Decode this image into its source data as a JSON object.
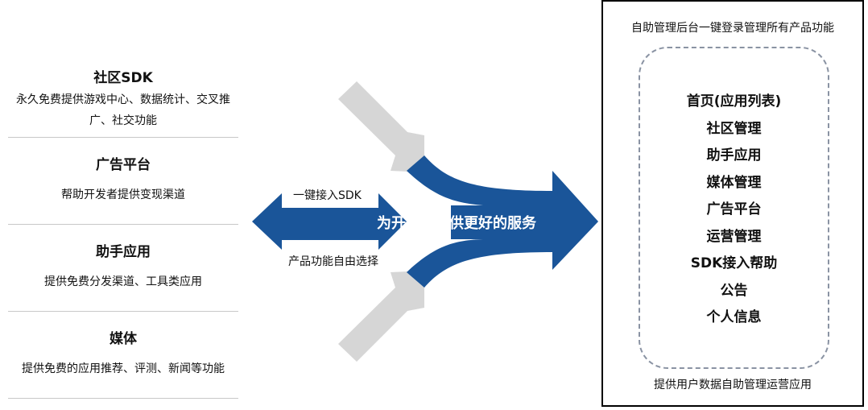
{
  "left_items": [
    {
      "title": "社区SDK",
      "desc": "永久免费提供游戏中心、数据统计、交叉推广、社交功能"
    },
    {
      "title": "广告平台",
      "desc": "帮助开发者提供变现渠道"
    },
    {
      "title": "助手应用",
      "desc": "提供免费分发渠道、工具类应用"
    },
    {
      "title": "媒体",
      "desc": "提供免费的应用推荐、评测、新闻等功能"
    }
  ],
  "center": {
    "top_label": "一键接入SDK",
    "bottom_label": "产品功能自由选择",
    "arrow_text": "为开发者提供更好的服务"
  },
  "right_box": {
    "title": "自助管理后台一键登录管理所有产品功能",
    "menu": [
      "首页(应用列表)",
      "社区管理",
      "助手应用",
      "媒体管理",
      "广告平台",
      "运营管理",
      "SDK接入帮助",
      "公告",
      "个人信息"
    ],
    "footer": "提供用户数据自助管理运营应用"
  },
  "colors": {
    "arrow_blue": "#1a5599",
    "arrow_gray": "#d6d6d6"
  }
}
